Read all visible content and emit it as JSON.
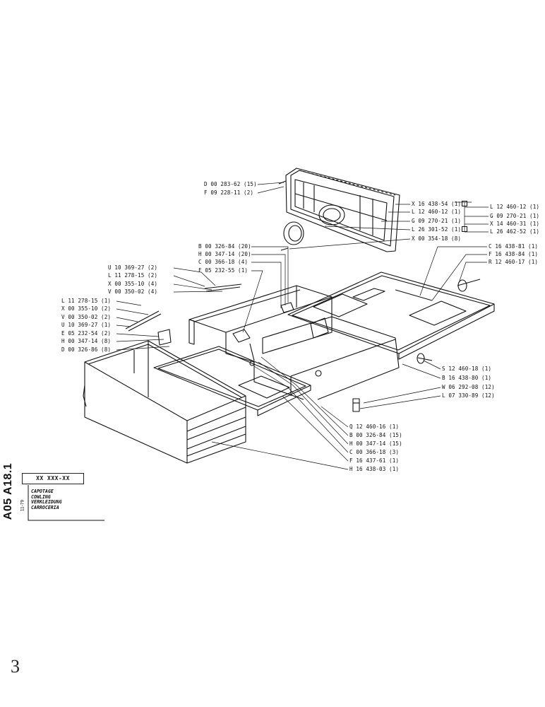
{
  "header": {
    "title_box": "XX XXX-XX",
    "title_lines": [
      "CAPOTAGE",
      "COWLING",
      "VERKLEIDUNG",
      "CARROCERIA"
    ],
    "page_code": "A05 A18.1",
    "date_code": "11-79"
  },
  "page_number": "3",
  "callouts": {
    "left": [
      "D 00 283-62 (15)",
      "F 09 228-11 (2)",
      "B 00 326-84 (20)",
      "H 00 347-14 (20)",
      "C 00 366-18 (4)",
      "F 05 232-55 (1)",
      "U 10 369-27 (2)",
      "L 11 278-15 (2)",
      "X 00 355-10 (4)",
      "V 00 350-02 (4)",
      "L 11 278-15 (1)",
      "X 00 355-10 (2)",
      "V 00 350-02 (2)",
      "U 10 369-27 (1)",
      "E 05 232-54 (2)",
      "H 00 347-14 (8)",
      "D 00 326-86 (8)"
    ],
    "top_right": [
      "X 16 438-54 (1)",
      "L 12 460-12 (1)",
      "G 09 270-21 (1)",
      "L 26 301-52 (1)",
      "X 00 354-18 (8)"
    ],
    "far_right": [
      "L 12 460-12 (1)",
      "G 09 270-21 (1)",
      "X 14 460-31 (1)",
      "L 26 462-52 (1)"
    ],
    "right": [
      "C 16 438-81 (1)",
      "F 16 438-84 (1)",
      "R 12 460-17 (1)",
      "S 12 460-18 (1)",
      "B 16 438-80 (1)",
      "W 06 292-08 (12)",
      "L 07 330-89 (12)"
    ],
    "bottom": [
      "Q 12 460-16 (1)",
      "B 00 326-84 (15)",
      "H 00 347-14 (15)",
      "C 00 366-18 (3)",
      "F 16 437-61 (1)",
      "H 16 438-03 (1)"
    ]
  },
  "colors": {
    "ink": "#111111",
    "paper": "#ffffff"
  }
}
